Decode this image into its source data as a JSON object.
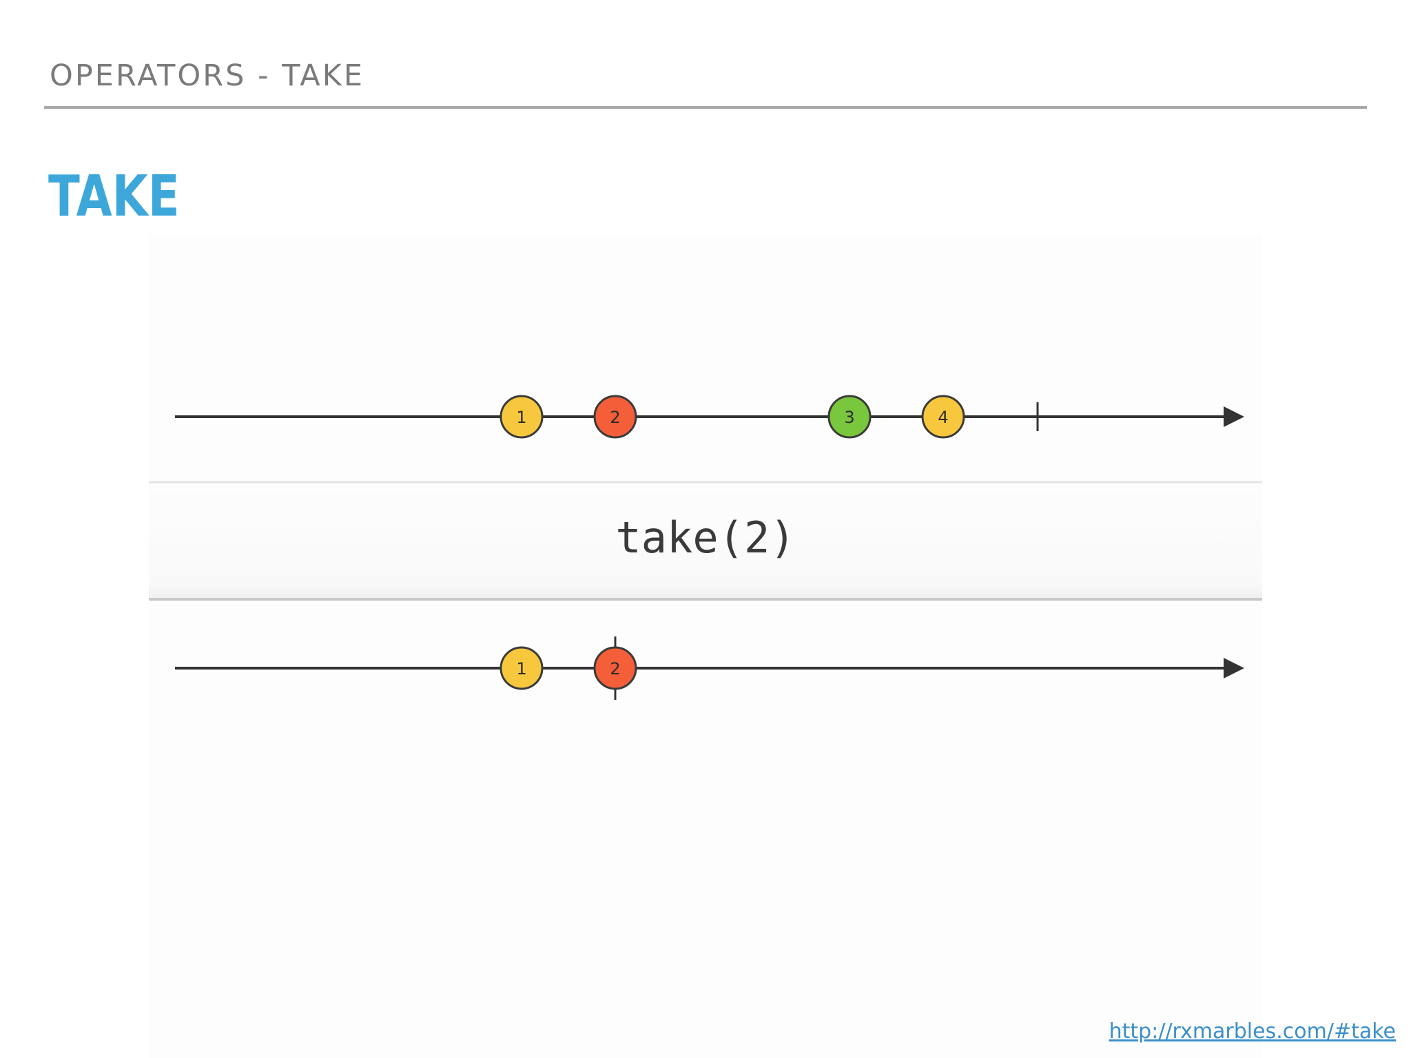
{
  "header": {
    "title": "OPERATORS - TAKE"
  },
  "slide": {
    "title": "TAKE",
    "source_link": "http://rxmarbles.com/#take"
  },
  "diagram": {
    "operator_label": "take(2)",
    "input_stream": {
      "marbles": [
        {
          "label": "1",
          "color": "#f7c83e"
        },
        {
          "label": "2",
          "color": "#f45e38"
        },
        {
          "label": "3",
          "color": "#79c73c"
        },
        {
          "label": "4",
          "color": "#f7c83e"
        }
      ],
      "completes": true
    },
    "output_stream": {
      "marbles": [
        {
          "label": "1",
          "color": "#f7c83e"
        },
        {
          "label": "2",
          "color": "#f45e38"
        }
      ],
      "completes": true
    }
  },
  "colors": {
    "header_text": "#7a7a7a",
    "title_accent": "#3ea7da",
    "link": "#3b8fc9",
    "stream_line": "#333333"
  }
}
